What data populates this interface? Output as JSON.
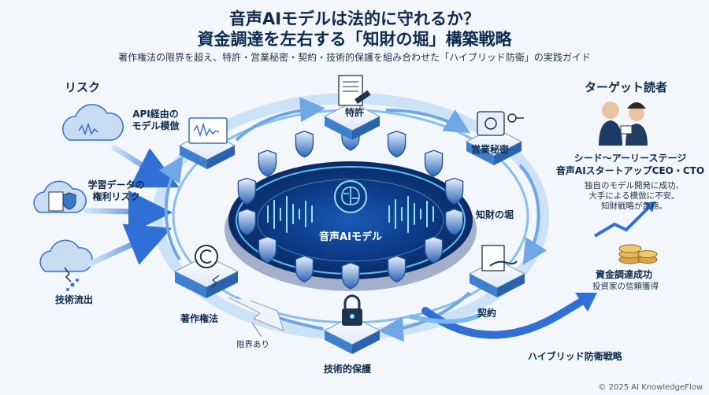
{
  "title_line1": "音声AIモデルは法的に守れるか？",
  "title_line2": "資金調達を左右する「知財の堀」構築戦略",
  "subtitle": "著作権法の限界を超え、特許・営業秘密・契約・技術的保護を組み合わせた「ハイブリッド防衛」の実践ガイド",
  "risk": {
    "heading": "リスク",
    "items": [
      "API経由の\nモデル模倣",
      "学習データの\n権利リスク",
      "技術流出"
    ]
  },
  "center_label": "音声AIモデル",
  "nodes": {
    "patent": "特許",
    "trade_secret": "営業秘密",
    "ip_moat": "知財の堀",
    "contract": "契約",
    "tech_protection": "技術的保護",
    "copyright": "著作権法",
    "limit_note": "限界あり"
  },
  "target": {
    "heading": "ターゲット読者",
    "line1": "シード〜アーリーステージ",
    "line2": "音声AIスタートアップCEO・CTO",
    "desc": "独自のモデル開発に成功、\n大手による模倣に不安。\n知財戦略が急務。"
  },
  "success": {
    "title": "資金調達成功",
    "sub": "投資家の信頼獲得"
  },
  "strategy_label": "ハイブリッド防衛戦略",
  "footer": "© 2025 AI KnowledgeFlow",
  "colors": {
    "navy": "#0c2a4e",
    "blue": "#2f6fd6",
    "light_blue": "#7fb8f0",
    "glow": "#5fd0ff",
    "shield": "#3a78c8"
  }
}
